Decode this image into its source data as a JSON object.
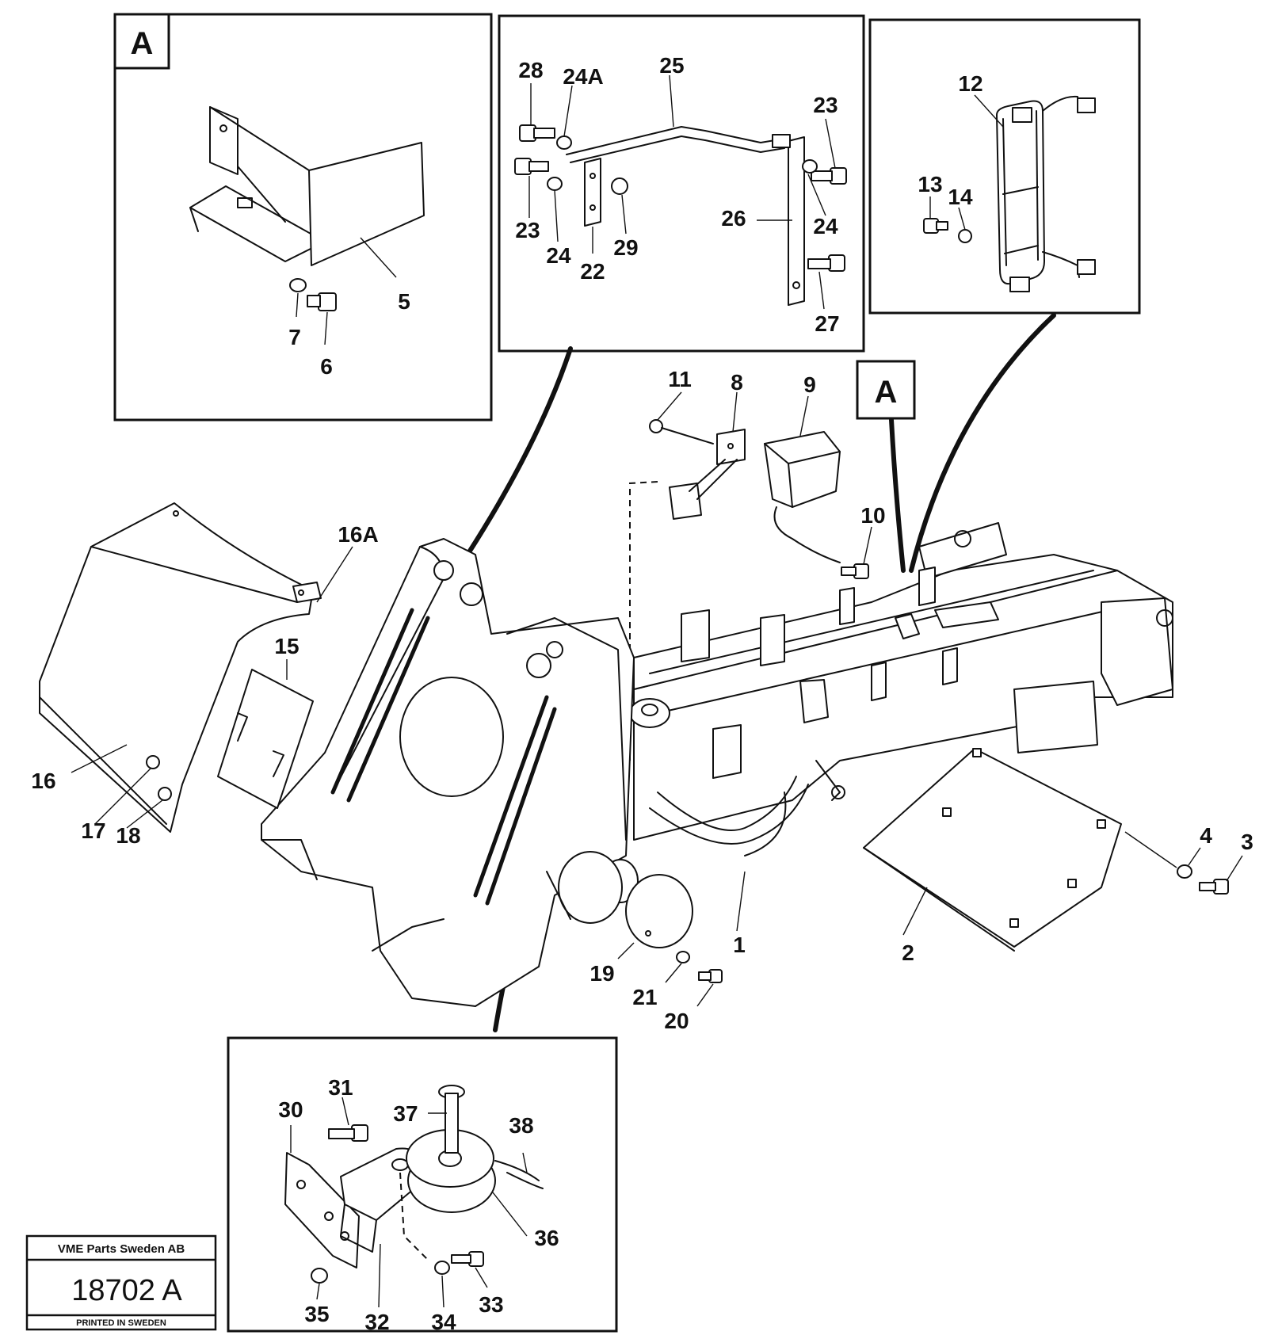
{
  "detail_marker": "A",
  "callouts": {
    "c1": "1",
    "c2": "2",
    "c3": "3",
    "c4": "4",
    "c5": "5",
    "c6": "6",
    "c7": "7",
    "c8": "8",
    "c9": "9",
    "c10": "10",
    "c11": "11",
    "c12": "12",
    "c13": "13",
    "c14": "14",
    "c15": "15",
    "c16": "16",
    "c16A": "16A",
    "c17": "17",
    "c18": "18",
    "c19": "19",
    "c20": "20",
    "c21": "21",
    "c22": "22",
    "c23a": "23",
    "c23b": "23",
    "c24a": "24",
    "c24b": "24",
    "c24A": "24A",
    "c25": "25",
    "c26": "26",
    "c27": "27",
    "c28": "28",
    "c29": "29",
    "c30": "30",
    "c31": "31",
    "c32": "32",
    "c33": "33",
    "c34": "34",
    "c35": "35",
    "c36": "36",
    "c37": "37",
    "c38": "38"
  },
  "stamp": {
    "company": "VME Parts Sweden AB",
    "drawing_number": "18702 A",
    "printed": "PRINTED IN SWEDEN"
  }
}
